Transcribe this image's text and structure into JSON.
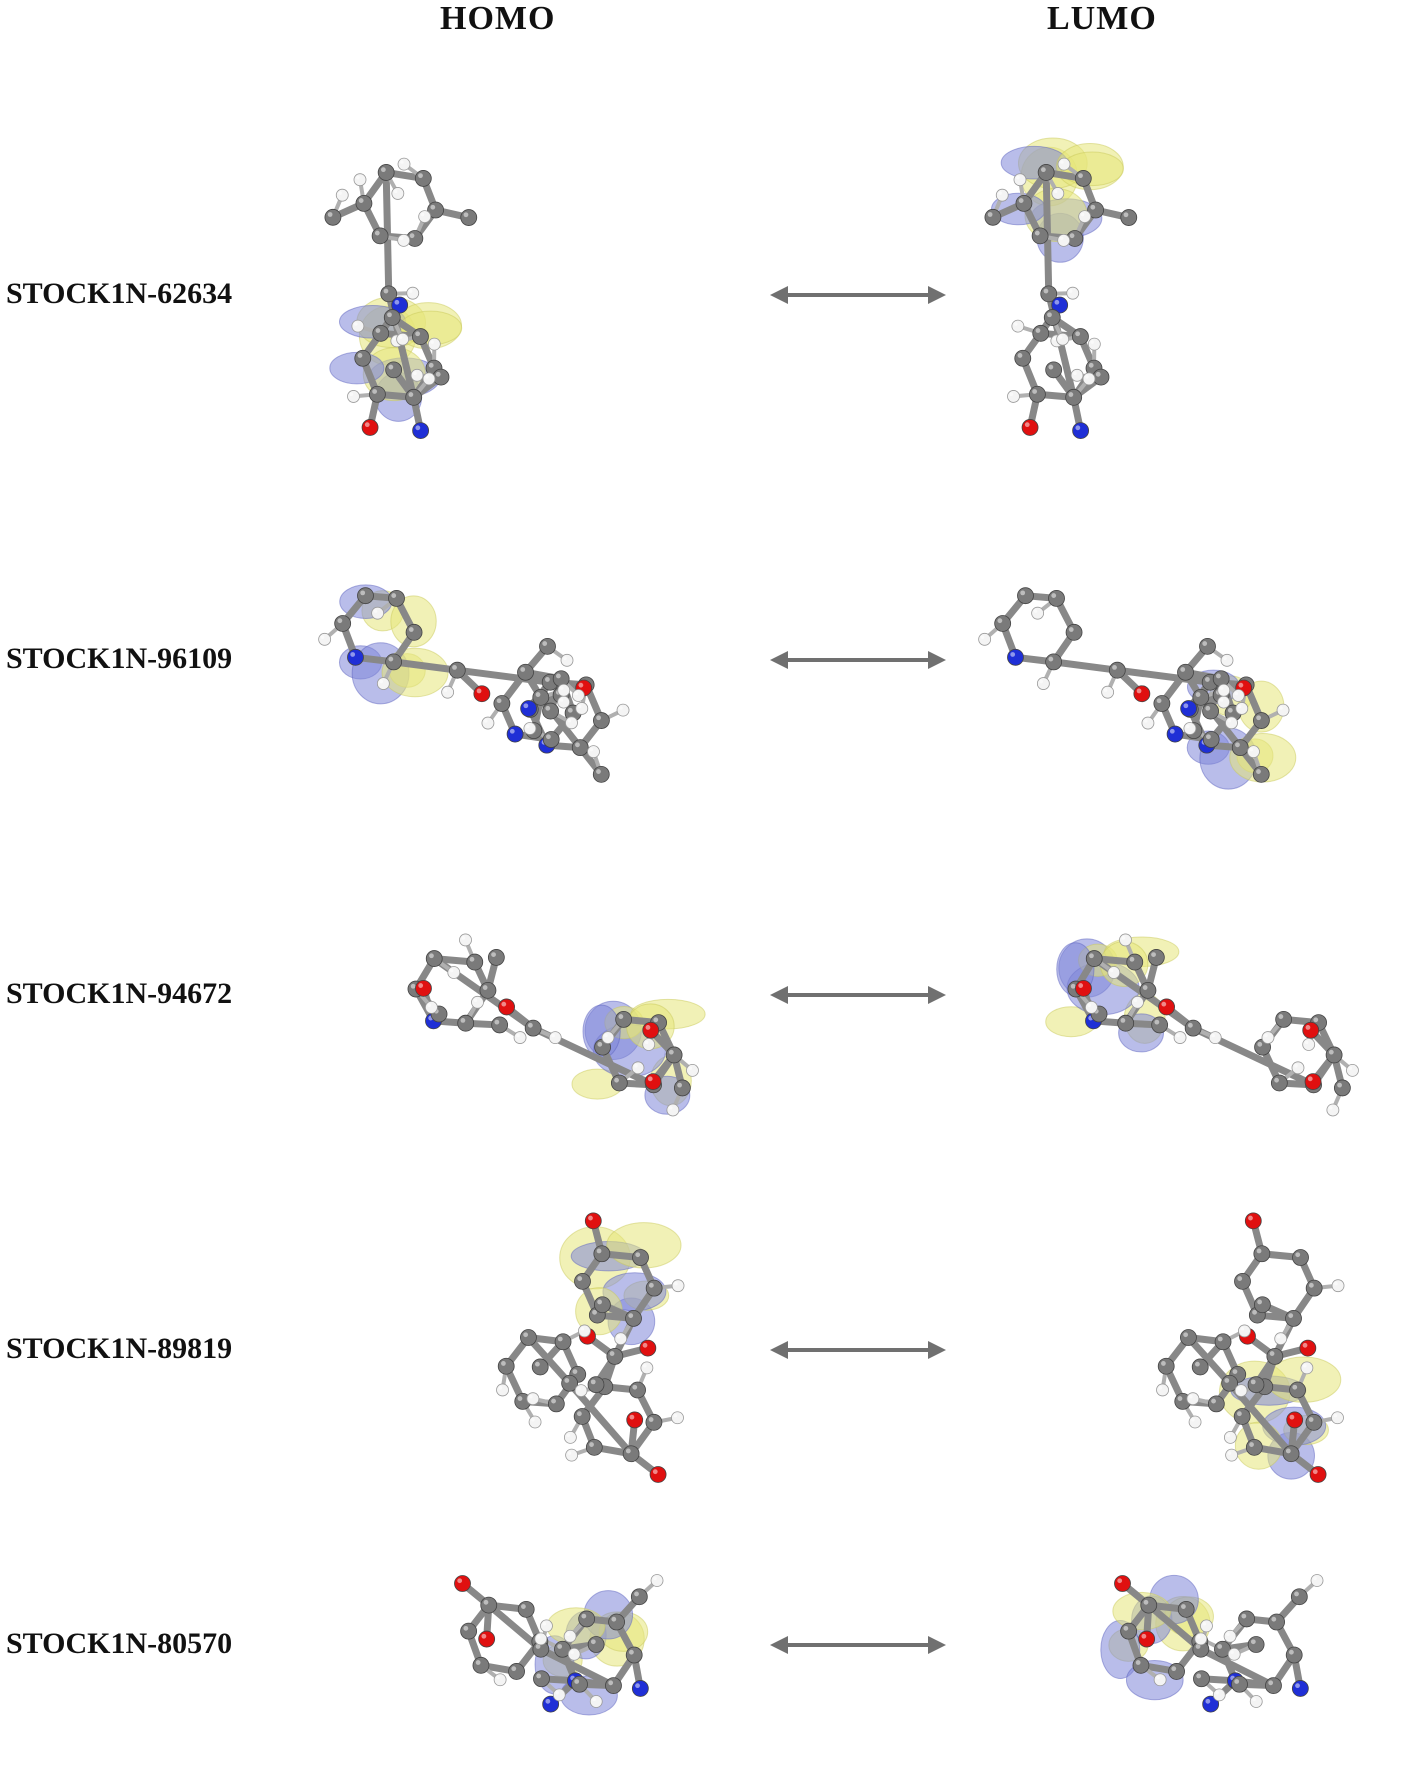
{
  "headers": {
    "homo": "HOMO",
    "lumo": "LUMO"
  },
  "molecules": [
    {
      "label": "STOCK1N-62634"
    },
    {
      "label": "STOCK1N-96109"
    },
    {
      "label": "STOCK1N-94672"
    },
    {
      "label": "STOCK1N-89819"
    },
    {
      "label": "STOCK1N-80570"
    }
  ],
  "colors": {
    "carbon": "#7a7a7a",
    "hydrogen": "#f4f4f4",
    "nitrogen": "#1f2fd6",
    "oxygen": "#e01010",
    "lobe_positive": "#e6e67a",
    "lobe_negative": "#7f86d8",
    "arrow": "#707070"
  }
}
